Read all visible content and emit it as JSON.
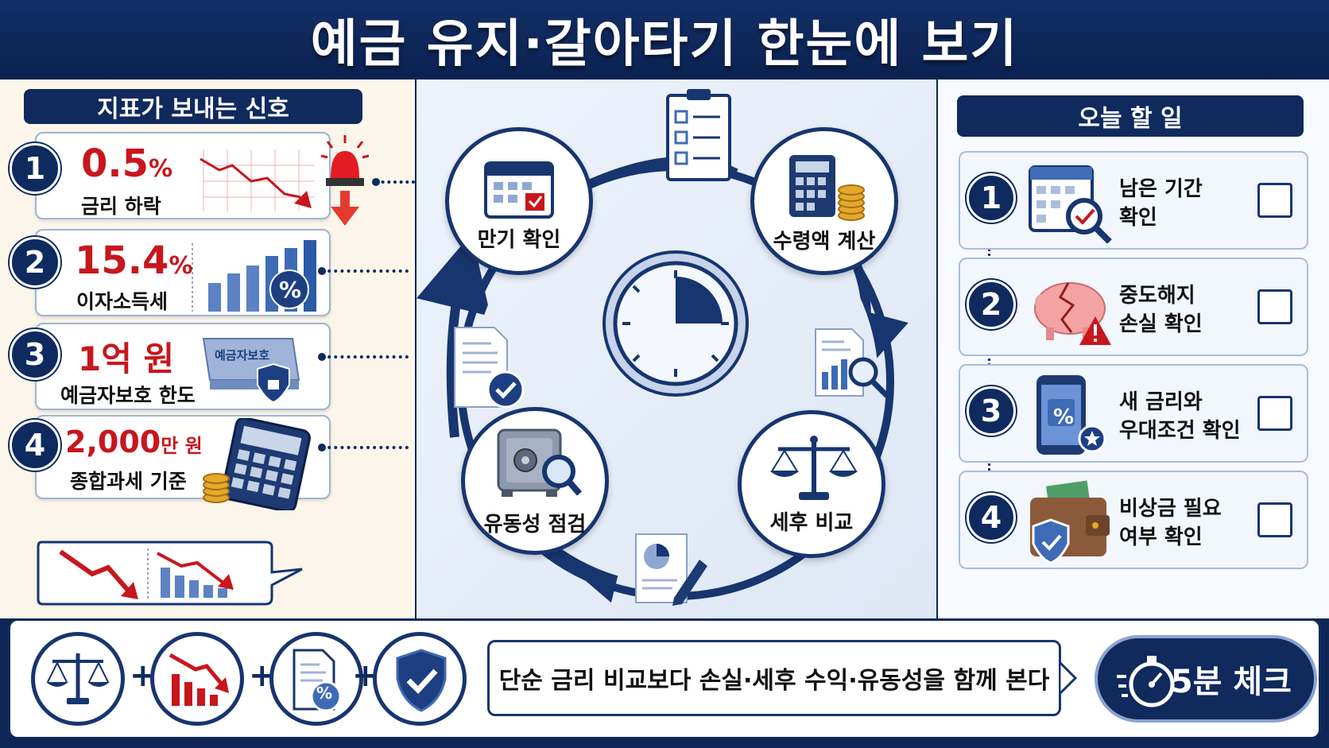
{
  "title": "예금 유지·갈아타기 한눈에 보기",
  "left": {
    "heading": "지표가 보내는 신호",
    "signals": [
      {
        "num": "1",
        "value": "0.5",
        "unit": "%",
        "label": "금리 하락"
      },
      {
        "num": "2",
        "value": "15.4",
        "unit": "%",
        "label": "이자소득세"
      },
      {
        "num": "3",
        "value": "1억 원",
        "unit": "",
        "label": "예금자보호 한도"
      },
      {
        "num": "4",
        "value": "2,000",
        "unit": "만 원",
        "label": "종합과세 기준"
      }
    ],
    "badge_text": "예금자보호",
    "percent_glyph": "%"
  },
  "middle": {
    "steps": [
      {
        "label": "만기 확인",
        "icon": "calendar-check-icon"
      },
      {
        "label": "수령액 계산",
        "icon": "calculator-coins-icon"
      },
      {
        "label": "세후 비교",
        "icon": "scale-icon"
      },
      {
        "label": "유동성 점검",
        "icon": "safe-magnifier-icon"
      }
    ]
  },
  "right": {
    "heading": "오늘 할 일",
    "todos": [
      {
        "num": "1",
        "text": "남은 기간\n확인",
        "icon": "calendar-search-icon"
      },
      {
        "num": "2",
        "text": "중도해지\n손실 확인",
        "icon": "broken-piggy-bank-icon"
      },
      {
        "num": "3",
        "text": "새 금리와\n우대조건 확인",
        "icon": "phone-percent-icon"
      },
      {
        "num": "4",
        "text": "비상금 필요\n여부 확인",
        "icon": "wallet-shield-icon"
      }
    ]
  },
  "bottom": {
    "plus": "+",
    "message": "단순 금리 비교보다 손실·세후 수익·유동성을 함께 본다",
    "badge": "5분 체크"
  },
  "colors": {
    "navy": "#0f2a5f",
    "red": "#c8161d",
    "blue": "#3e6bb5"
  }
}
